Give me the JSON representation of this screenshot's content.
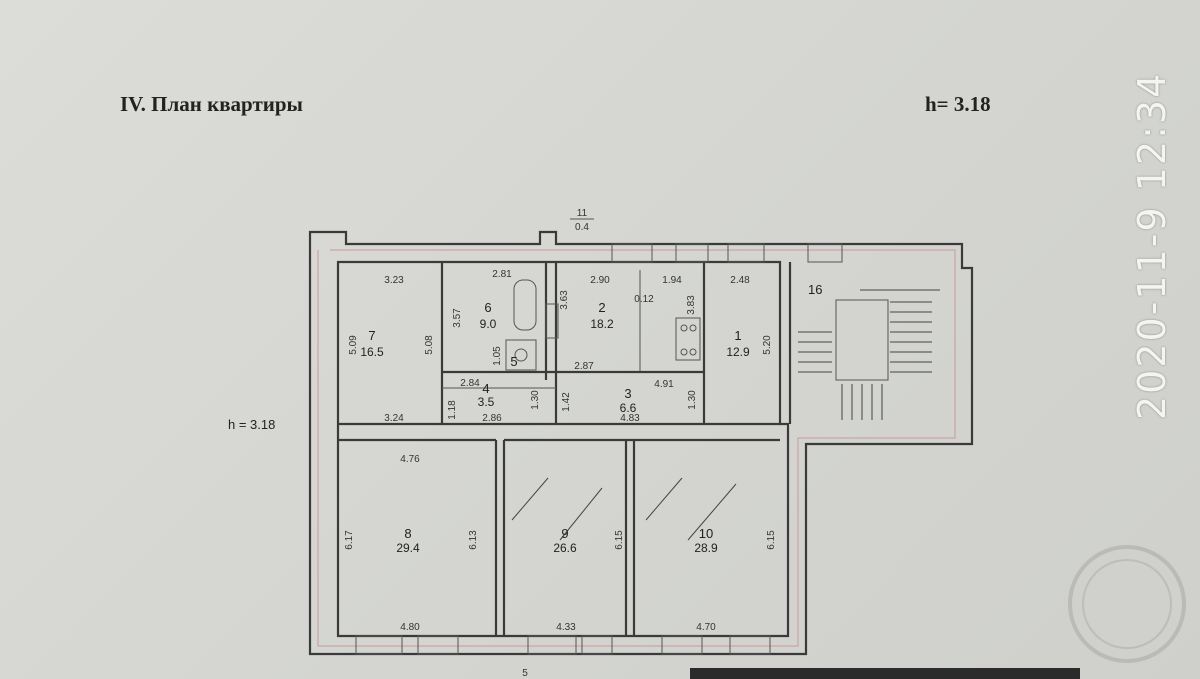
{
  "header": {
    "title": "IV. План квартиры",
    "ceiling_height": "h= 3.18"
  },
  "side_label": "h  =  3.18",
  "timestamp": "2020-11-9 12:34",
  "top_mark": {
    "number": "11",
    "value": "0.4"
  },
  "bottom_mark": "5",
  "stair_number": "16",
  "rooms": [
    {
      "id": "7",
      "area": "16.5"
    },
    {
      "id": "6",
      "area": "9.0"
    },
    {
      "id": "5",
      "area": ""
    },
    {
      "id": "4",
      "area": "3.5"
    },
    {
      "id": "2",
      "area": "18.2"
    },
    {
      "id": "3",
      "area": "6.6"
    },
    {
      "id": "1",
      "area": "12.9"
    },
    {
      "id": "8",
      "area": "29.4"
    },
    {
      "id": "9",
      "area": "26.6"
    },
    {
      "id": "10",
      "area": "28.9"
    }
  ],
  "dimensions": [
    "3.23",
    "2.81",
    "2.90",
    "1.94",
    "2.48",
    "5.09",
    "5.08",
    "3.57",
    "3.63",
    "0.12",
    "3.83",
    "5.20",
    "1.05",
    "2.87",
    "2.84",
    "4.91",
    "1.18",
    "1.30",
    "1.42",
    "1.30",
    "3.24",
    "2.86",
    "4.83",
    "4.76",
    "6.17",
    "6.13",
    "6.15",
    "6.15",
    "4.80",
    "4.33",
    "4.70"
  ],
  "colors": {
    "wall": "#3a3a3a",
    "paper": "#d6d7d3",
    "hatch": "#c89a9a"
  }
}
